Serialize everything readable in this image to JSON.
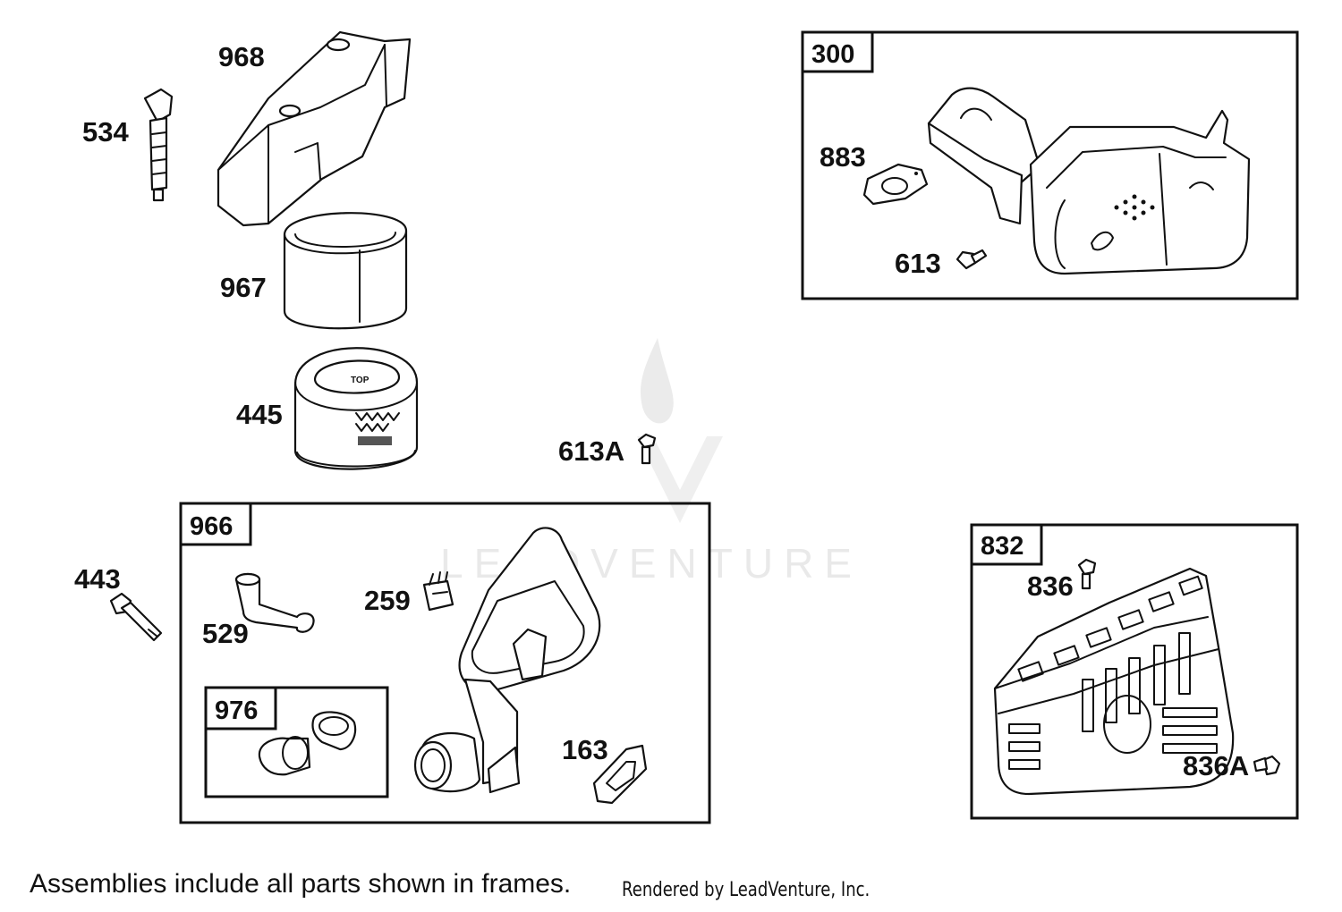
{
  "watermark": {
    "text": "LEADVENTURE"
  },
  "parts": {
    "p968": "968",
    "p534": "534",
    "p967": "967",
    "p445": "445",
    "p613A": "613A",
    "p443": "443",
    "p529": "529",
    "p259": "259",
    "p163": "163",
    "p883": "883",
    "p613": "613",
    "p836": "836",
    "p836A": "836A"
  },
  "frames": {
    "f966": "966",
    "f976": "976",
    "f300": "300",
    "f832": "832"
  },
  "filter_marking": "TOP",
  "footer": {
    "note": "Assemblies include all parts shown in frames.",
    "credit": "Rendered by LeadVenture, Inc."
  }
}
